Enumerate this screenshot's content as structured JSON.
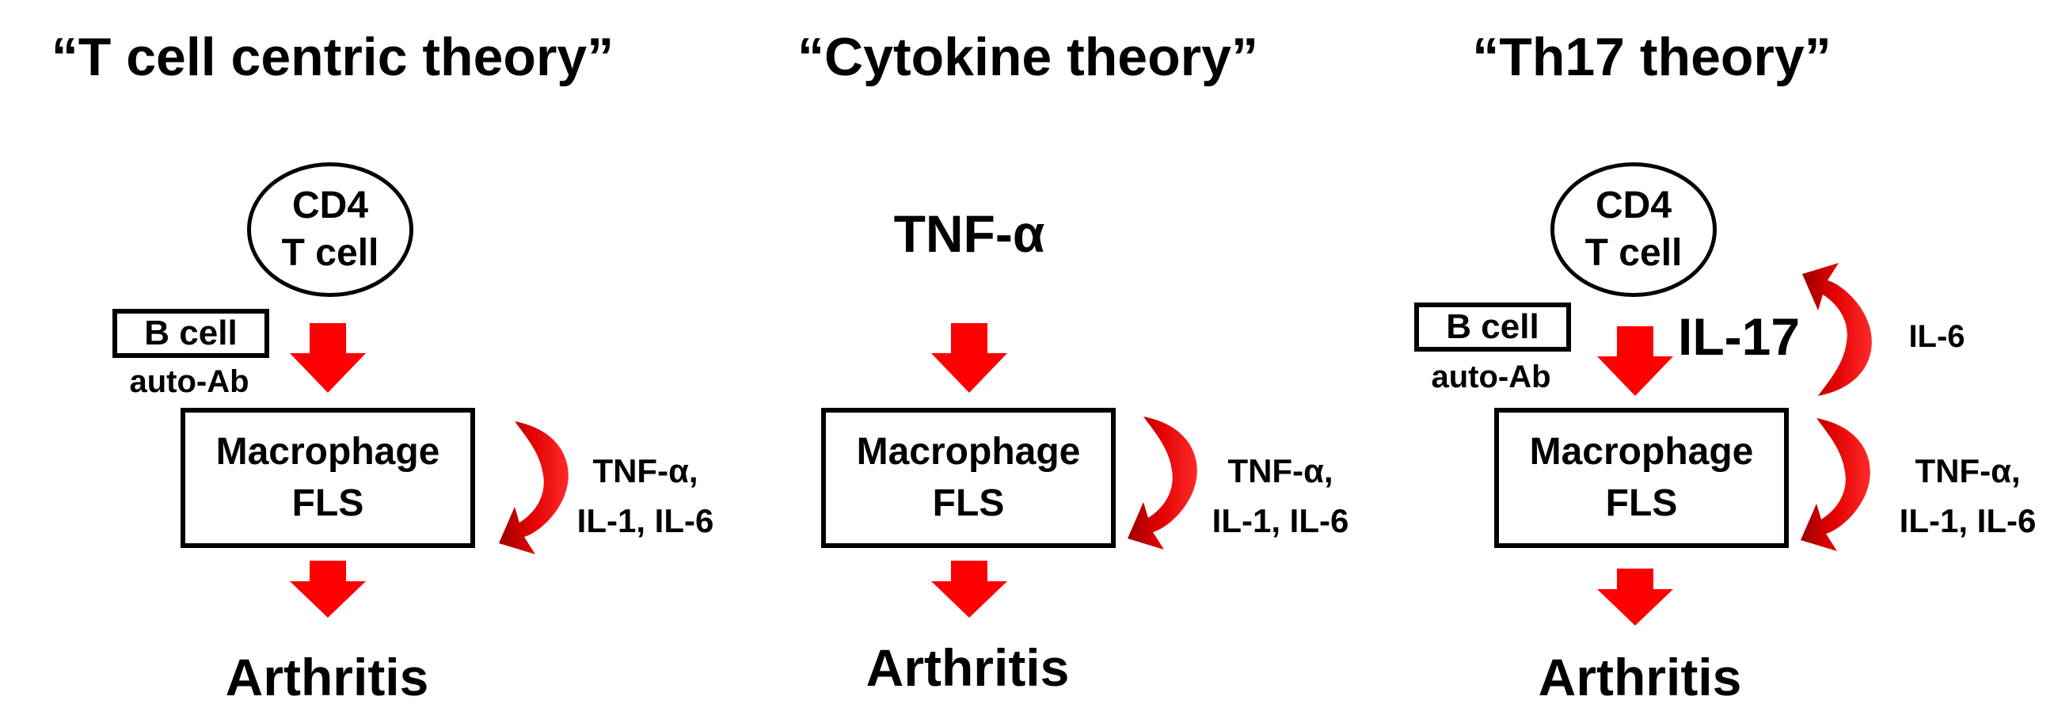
{
  "panels": [
    {
      "title": "“T cell centric theory”",
      "cd4_line1": "CD4",
      "cd4_line2": "T cell",
      "bcell": "B cell",
      "autoab": "auto-Ab",
      "box_line1": "Macrophage",
      "box_line2": "FLS",
      "cytokines_line1": "TNF-α,",
      "cytokines_line2": "IL-1, IL-6",
      "outcome": "Arthritis"
    },
    {
      "title": "“Cytokine theory”",
      "top_label": "TNF-α",
      "box_line1": "Macrophage",
      "box_line2": "FLS",
      "cytokines_line1": "TNF-α,",
      "cytokines_line2": "IL-1, IL-6",
      "outcome": "Arthritis"
    },
    {
      "title": "“Th17 theory”",
      "cd4_line1": "CD4",
      "cd4_line2": "T cell",
      "bcell": "B cell",
      "autoab": "auto-Ab",
      "il17": "IL-17",
      "il6": "IL-6",
      "box_line1": "Macrophage",
      "box_line2": "FLS",
      "cytokines_line1": "TNF-α,",
      "cytokines_line2": "IL-1, IL-6",
      "outcome": "Arthritis"
    }
  ],
  "colors": {
    "arrow": "#ff0000",
    "curved_arrow_dark": "#9b0000",
    "curved_arrow_light": "#ff1a1a",
    "stroke": "#000000"
  }
}
